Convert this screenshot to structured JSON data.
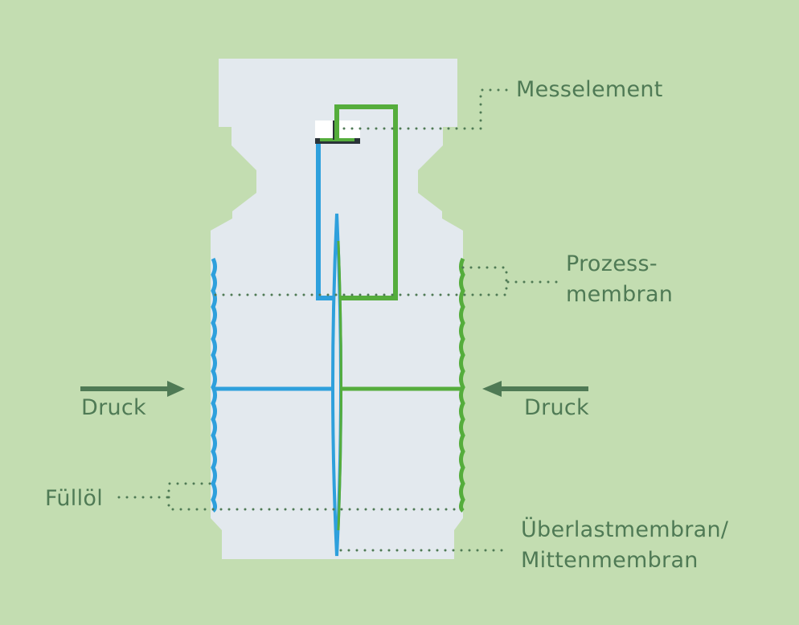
{
  "labels": {
    "messelement": "Messelement",
    "prozess_line1": "Prozess-",
    "prozess_line2": "membran",
    "druck_left": "Druck",
    "druck_right": "Druck",
    "fuelloel": "Füllöl",
    "ueberlast_line1": "Überlastmembran/",
    "ueberlast_line2": "Mittenmembran"
  },
  "colors": {
    "background": "#c3ddb1",
    "body": "#e3e9ee",
    "blue": "#2ea0dc",
    "green": "#55ad3c",
    "arrow": "#4f7a55",
    "text": "#4f7a55",
    "leader": "#4f7a55"
  }
}
